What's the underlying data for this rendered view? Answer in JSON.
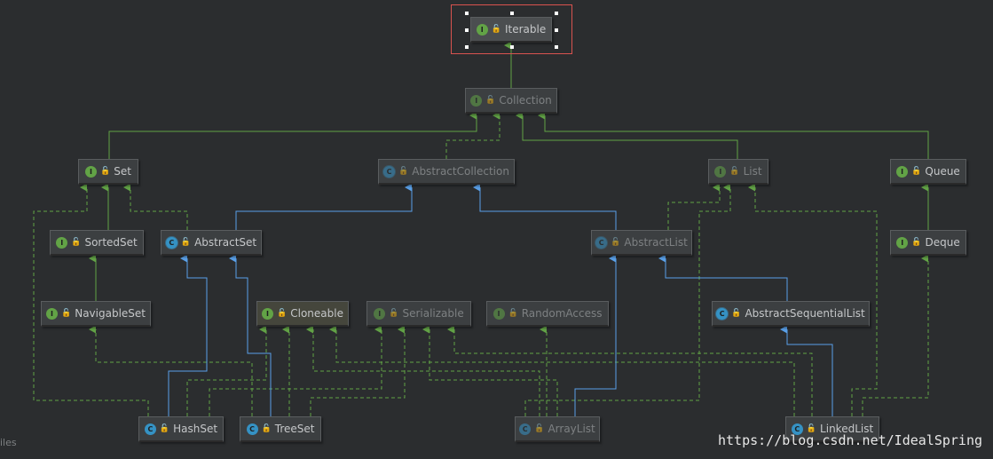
{
  "nodes": {
    "iterable": {
      "label": "Iterable",
      "badge": "I"
    },
    "collection": {
      "label": "Collection",
      "badge": "I"
    },
    "set": {
      "label": "Set",
      "badge": "I"
    },
    "abstract_collection": {
      "label": "AbstractCollection",
      "badge": "C"
    },
    "list": {
      "label": "List",
      "badge": "I"
    },
    "queue": {
      "label": "Queue",
      "badge": "I"
    },
    "sorted_set": {
      "label": "SortedSet",
      "badge": "I"
    },
    "abstract_set": {
      "label": "AbstractSet",
      "badge": "C"
    },
    "abstract_list": {
      "label": "AbstractList",
      "badge": "C"
    },
    "deque": {
      "label": "Deque",
      "badge": "I"
    },
    "navigable_set": {
      "label": "NavigableSet",
      "badge": "I"
    },
    "cloneable": {
      "label": "Cloneable",
      "badge": "I"
    },
    "serializable": {
      "label": "Serializable",
      "badge": "I"
    },
    "random_access": {
      "label": "RandomAccess",
      "badge": "I"
    },
    "abstract_sequential_list": {
      "label": "AbstractSequentialList",
      "badge": "C"
    },
    "hash_set": {
      "label": "HashSet",
      "badge": "C"
    },
    "tree_set": {
      "label": "TreeSet",
      "badge": "C"
    },
    "array_list": {
      "label": "ArrayList",
      "badge": "C"
    },
    "linked_list": {
      "label": "LinkedList",
      "badge": "C"
    }
  },
  "watermark": "https://blog.csdn.net/IdealSpring",
  "corner_text": "iles",
  "colors": {
    "background": "#2b2d2f",
    "interface_edge": "#62a346",
    "class_edge": "#5aa0e8",
    "selection": "#d9534f",
    "interface_badge": "#62a346",
    "class_badge": "#3592c4"
  }
}
